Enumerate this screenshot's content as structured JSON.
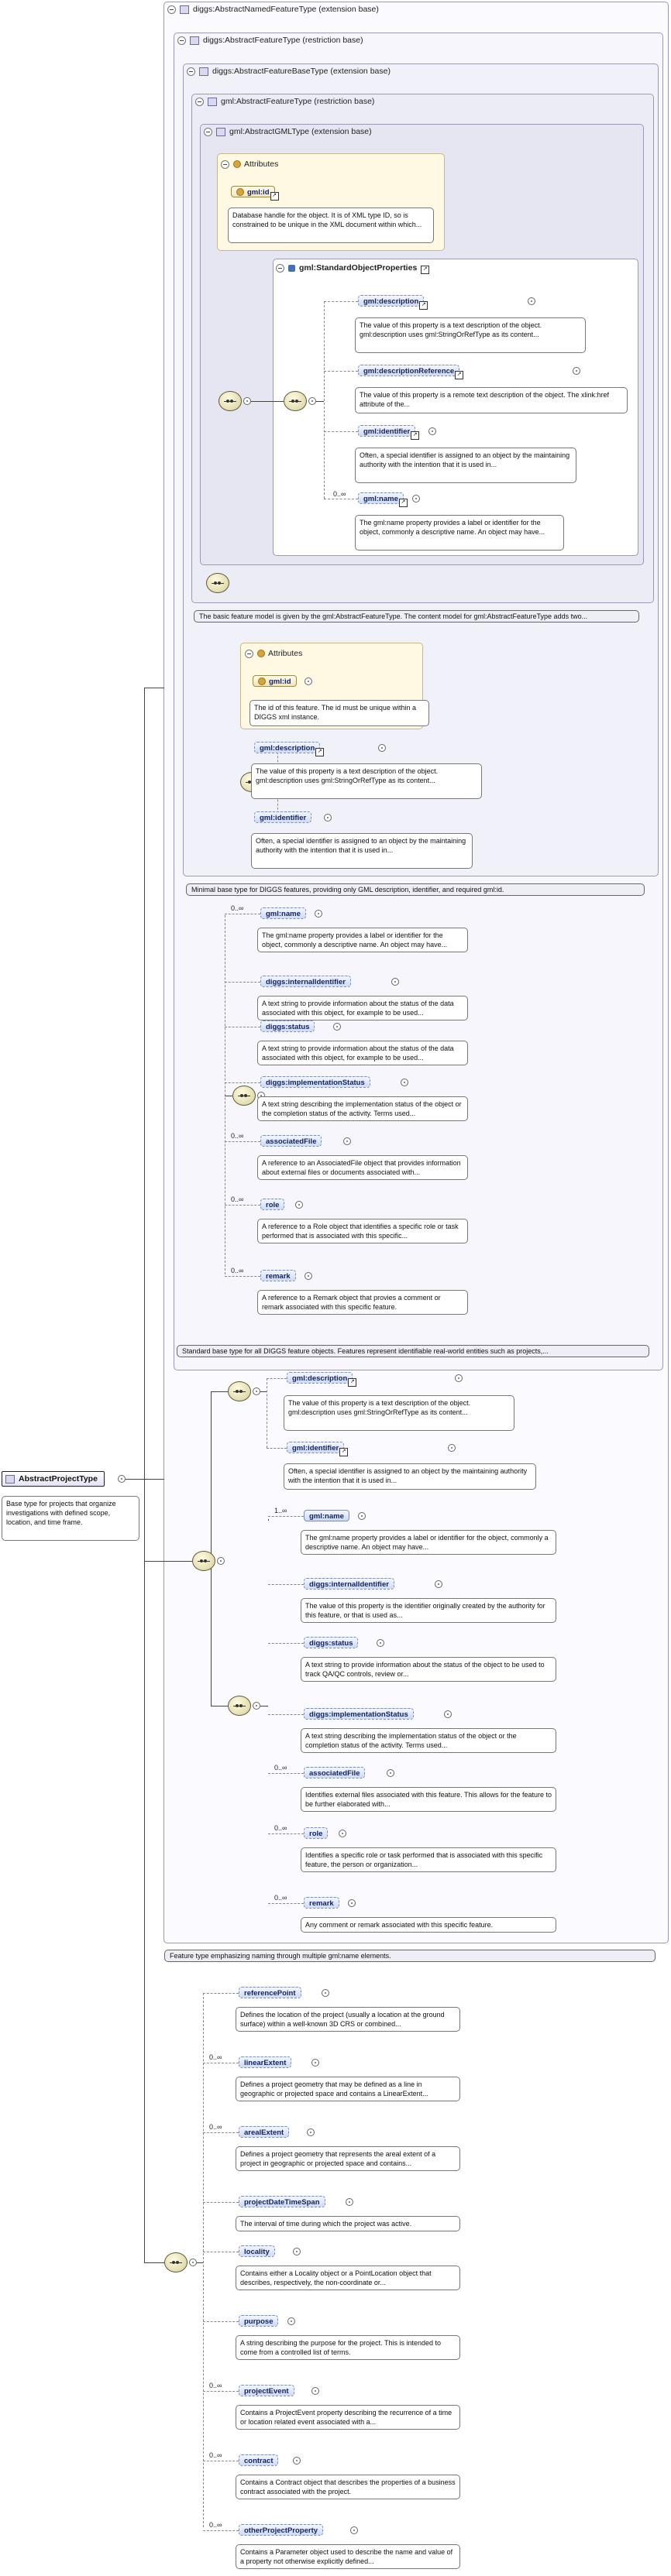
{
  "root": {
    "name": "AbstractProjectType",
    "doc": "Base type for projects that organize investigations with defined scope, location, and time frame."
  },
  "types": {
    "t1": "diggs:AbstractNamedFeatureType (extension base)",
    "t2": "diggs:AbstractFeatureType (restriction base)",
    "t3": "diggs:AbstractFeatureBaseType (extension base)",
    "t4": "gml:AbstractFeatureType (restriction base)",
    "t5": "gml:AbstractGMLType (extension base)"
  },
  "gml_attrs": {
    "title": "Attributes",
    "id": "gml:id",
    "id_doc": "Database handle for the object. It is of XML type ID, so is constrained to be unique in the XML document within which..."
  },
  "std_props": {
    "group": "gml:StandardObjectProperties",
    "items": [
      {
        "name": "gml:description",
        "doc": "The value of this property is a text description of the object. gml:description uses gml:StringOrRefType as its content...",
        "mult": ""
      },
      {
        "name": "gml:descriptionReference",
        "doc": "The value of this property is a remote text description of the object. The xlink:href attribute of the...",
        "mult": ""
      },
      {
        "name": "gml:identifier",
        "doc": "Often, a special identifier is assigned to an object by the maintaining authority with the intention that it is used in...",
        "mult": ""
      },
      {
        "name": "gml:name",
        "doc": "The gml:name property provides a label or identifier for the object, commonly a descriptive name. An object may have...",
        "mult": "0..∞"
      }
    ]
  },
  "note_t4": "The basic feature model is given by the gml:AbstractFeatureType. The content model for gml:AbstractFeatureType adds two...",
  "base_attrs": {
    "title": "Attributes",
    "id": "gml:id",
    "id_doc": "The id of this feature. The id must be unique within a DIGGS xml instance."
  },
  "base_items": [
    {
      "name": "gml:description",
      "doc": "The value of this property is a text description of the object. gml:description uses gml:StringOrRefType as its content..."
    },
    {
      "name": "gml:identifier",
      "doc": "Often, a special identifier is assigned to an object by the maintaining authority with the intention that it is used in..."
    }
  ],
  "note_t3": "Minimal base type for DIGGS features, providing only GML description, identifier, and required gml:id.",
  "feat_items": [
    {
      "name": "gml:name",
      "mult": "0..∞",
      "doc": "The gml:name property provides a label or identifier for the object, commonly a descriptive name. An object may have..."
    },
    {
      "name": "diggs:internalIdentifier",
      "mult": "",
      "doc": "A text string to provide information about the status of the data associated with this object, for example to be used..."
    },
    {
      "name": "diggs:status",
      "mult": "",
      "doc": "A text string to provide information about the status of the data associated with this object, for example to be used..."
    },
    {
      "name": "diggs:implementationStatus",
      "mult": "",
      "doc": "A text string describing the implementation status of the object or the completion status of the activity. Terms used..."
    },
    {
      "name": "associatedFile",
      "mult": "0..∞",
      "doc": "A reference to an AssociatedFile object that provides information about external files or documents associated with..."
    },
    {
      "name": "role",
      "mult": "0..∞",
      "doc": "A reference to a Role object that identifies a specific role or task performed that is associated with this specific..."
    },
    {
      "name": "remark",
      "mult": "0..∞",
      "doc": "A reference to a Remark object that provies a comment or remark associated with this specific feature."
    }
  ],
  "note_t2": "Standard base type for all DIGGS feature objects. Features represent identifiable real-world entities such as projects,...",
  "named_a": [
    {
      "name": "gml:description",
      "doc": "The value of this property is a text description of the object. gml:description uses gml:StringOrRefType as its content..."
    },
    {
      "name": "gml:identifier",
      "doc": "Often, a special identifier is assigned to an object by the maintaining authority with the intention that it is used in..."
    }
  ],
  "named_b": [
    {
      "name": "gml:name",
      "mult": "1..∞",
      "doc": "The gml:name property provides a label or identifier for the object, commonly a descriptive name. An object may have..."
    },
    {
      "name": "diggs:internalIdentifier",
      "mult": "",
      "doc": "The value of this property is the identifier originally created by the authority for this feature, or that is used as..."
    },
    {
      "name": "diggs:status",
      "mult": "",
      "doc": "A text string to provide information about the status of the object to be used to track QA/QC controls, review or..."
    },
    {
      "name": "diggs:implementationStatus",
      "mult": "",
      "doc": "A text string describing the implementation status of the object or the completion status of the activity. Terms used..."
    },
    {
      "name": "associatedFile",
      "mult": "0..∞",
      "doc": "Identifies external files associated with this feature. This allows for the feature to be further elaborated with..."
    },
    {
      "name": "role",
      "mult": "0..∞",
      "doc": "Identifies a specific role or task performed that is associated with this specific feature, the person or organization..."
    },
    {
      "name": "remark",
      "mult": "0..∞",
      "doc": "Any comment or remark associated with this specific feature."
    }
  ],
  "note_t1": "Feature type emphasizing naming through multiple gml:name elements.",
  "project_items": [
    {
      "name": "referencePoint",
      "mult": "",
      "doc": "Defines the location of the project (usually a location at the ground surface) within a well-known 3D CRS or combined..."
    },
    {
      "name": "linearExtent",
      "mult": "0..∞",
      "doc": "Defines a project geometry that may be defined as a line in geographic or projected space and contains a LinearExtent..."
    },
    {
      "name": "arealExtent",
      "mult": "0..∞",
      "doc": "Defines a project geometry that represents the areal extent of a project in geographic or projected space and contains..."
    },
    {
      "name": "projectDateTimeSpan",
      "mult": "",
      "doc": "The interval of time during which the project was active."
    },
    {
      "name": "locality",
      "mult": "",
      "doc": "Contains either a Locality object or a PointLocation object that describes, respectively, the non-coordinate or..."
    },
    {
      "name": "purpose",
      "mult": "",
      "doc": "A string describing the purpose for the project. This is intended to come from a controlled list of terms."
    },
    {
      "name": "projectEvent",
      "mult": "0..∞",
      "doc": "Contains a ProjectEvent property describing the recurrence of a time or location related event associated with a..."
    },
    {
      "name": "contract",
      "mult": "0..∞",
      "doc": "Contains a Contract object that describes the properties of a business contract associated with the project."
    },
    {
      "name": "otherProjectProperty",
      "mult": "0..∞",
      "doc": "Contains a Parameter object used to describe the name and value of a property not otherwise explicitly defined..."
    }
  ]
}
